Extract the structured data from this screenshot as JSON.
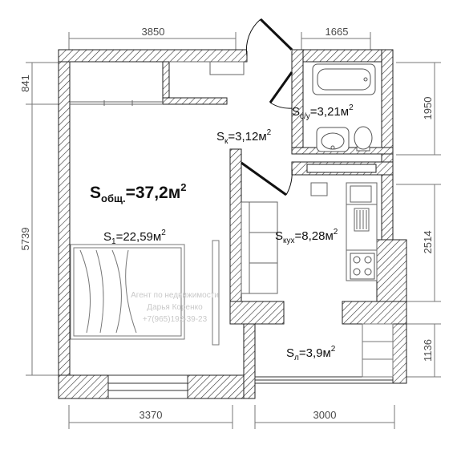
{
  "plan": {
    "total_area": {
      "prefix": "S",
      "sub": "общ.",
      "value": "=37,2м",
      "sup": "2"
    },
    "rooms": {
      "main": {
        "prefix": "S",
        "sub": "1",
        "value": "=22,59м",
        "sup": "2"
      },
      "corridor": {
        "prefix": "S",
        "sub": "к",
        "value": "=3,12м",
        "sup": "2"
      },
      "bathroom": {
        "prefix": "S",
        "sub": "с/у",
        "value": "=3,21м",
        "sup": "2"
      },
      "kitchen": {
        "prefix": "S",
        "sub": "кух",
        "value": "=8,28м",
        "sup": "2"
      },
      "loggia": {
        "prefix": "S",
        "sub": "л",
        "value": "=3,9м",
        "sup": "2"
      }
    },
    "dimensions": {
      "top_left": "3850",
      "top_right": "1665",
      "bottom_left": "3370",
      "bottom_right": "3000",
      "left_top": "841",
      "left_main": "5739",
      "right_bath": "1950",
      "right_kitchen": "2514",
      "right_loggia": "1136"
    },
    "watermark": {
      "line1": "Агент по недвижимости",
      "line2": "Дарья Коренко",
      "line3": "+7(965)192-39-23"
    }
  }
}
